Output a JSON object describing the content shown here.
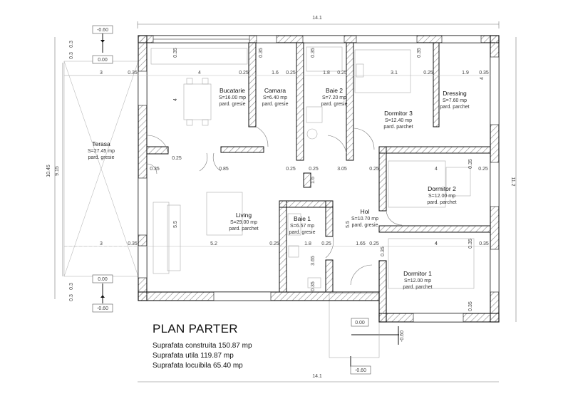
{
  "plan": {
    "title": "PLAN PARTER",
    "lines": [
      "Suprafata construita 150.87 mp",
      "Suprafata utila 119.87 mp",
      "Suprafata locuibila 65.40 mp"
    ]
  },
  "rooms": [
    {
      "id": "terasa",
      "name": "Terasa",
      "area": "S=27.45 mp",
      "finish": "pard. gresie"
    },
    {
      "id": "bucatarie",
      "name": "Bucatarie",
      "area": "S=16.00 mp",
      "finish": "pard. gresie"
    },
    {
      "id": "camara",
      "name": "Camara",
      "area": "S=6.40 mp",
      "finish": "pard. gresie"
    },
    {
      "id": "baie2",
      "name": "Baie 2",
      "area": "S=7.20 mp",
      "finish": "pard. gresie"
    },
    {
      "id": "dormitor3",
      "name": "Dormitor 3",
      "area": "S=12.40 mp",
      "finish": "pard. parchet"
    },
    {
      "id": "dressing",
      "name": "Dressing",
      "area": "S=7.60 mp",
      "finish": "pard. parchet"
    },
    {
      "id": "dormitor2",
      "name": "Dormitor 2",
      "area": "S=12.00 mp",
      "finish": "pard. parchet"
    },
    {
      "id": "living",
      "name": "Living",
      "area": "S=29.00 mp",
      "finish": "pard. parchet"
    },
    {
      "id": "baie1",
      "name": "Baie 1",
      "area": "S=6.57 mp",
      "finish": "pard. gresie"
    },
    {
      "id": "hol",
      "name": "Hol",
      "area": "S=10.70 mp",
      "finish": "pard. gresie"
    },
    {
      "id": "dormitor1",
      "name": "Dormitor 1",
      "area": "S=12.00 mp",
      "finish": "pard. parchet"
    }
  ],
  "dims": {
    "overall_width": "14.1",
    "overall_width_bottom": "14.1",
    "height_left": "10.45",
    "height_right": "11.2",
    "terrace_depth": "9.15",
    "level_minus": "-0.60",
    "level_zero": "0.00",
    "top_row": [
      "3",
      "0.35",
      "4",
      "0.25",
      "1.6",
      "0.25",
      "1.8",
      "0.25",
      "3.1",
      "0.25",
      "1.9",
      "0.35"
    ],
    "mid_row": [
      "3",
      "0.35",
      "5.2",
      "0.25",
      "1.8",
      "0.25",
      "1.65",
      "0.25",
      "4",
      "0.35"
    ],
    "misc": [
      "0.35",
      "0.35",
      "0.35",
      "0.35",
      "0.35",
      "0.35",
      "4",
      "4",
      "5.5",
      "5.5",
      "1.6",
      "3.05",
      "0.25",
      "0.25",
      "0.25",
      "0.25",
      "0.25",
      "0.85",
      "4",
      "4",
      "0.35",
      "0.35",
      "0.35",
      "0.3",
      "0.3",
      "0.3",
      "0.3",
      "3.65",
      "0.35"
    ]
  },
  "colors": {
    "wall": "#111111",
    "dim": "#444444",
    "hatch": "#999999"
  }
}
